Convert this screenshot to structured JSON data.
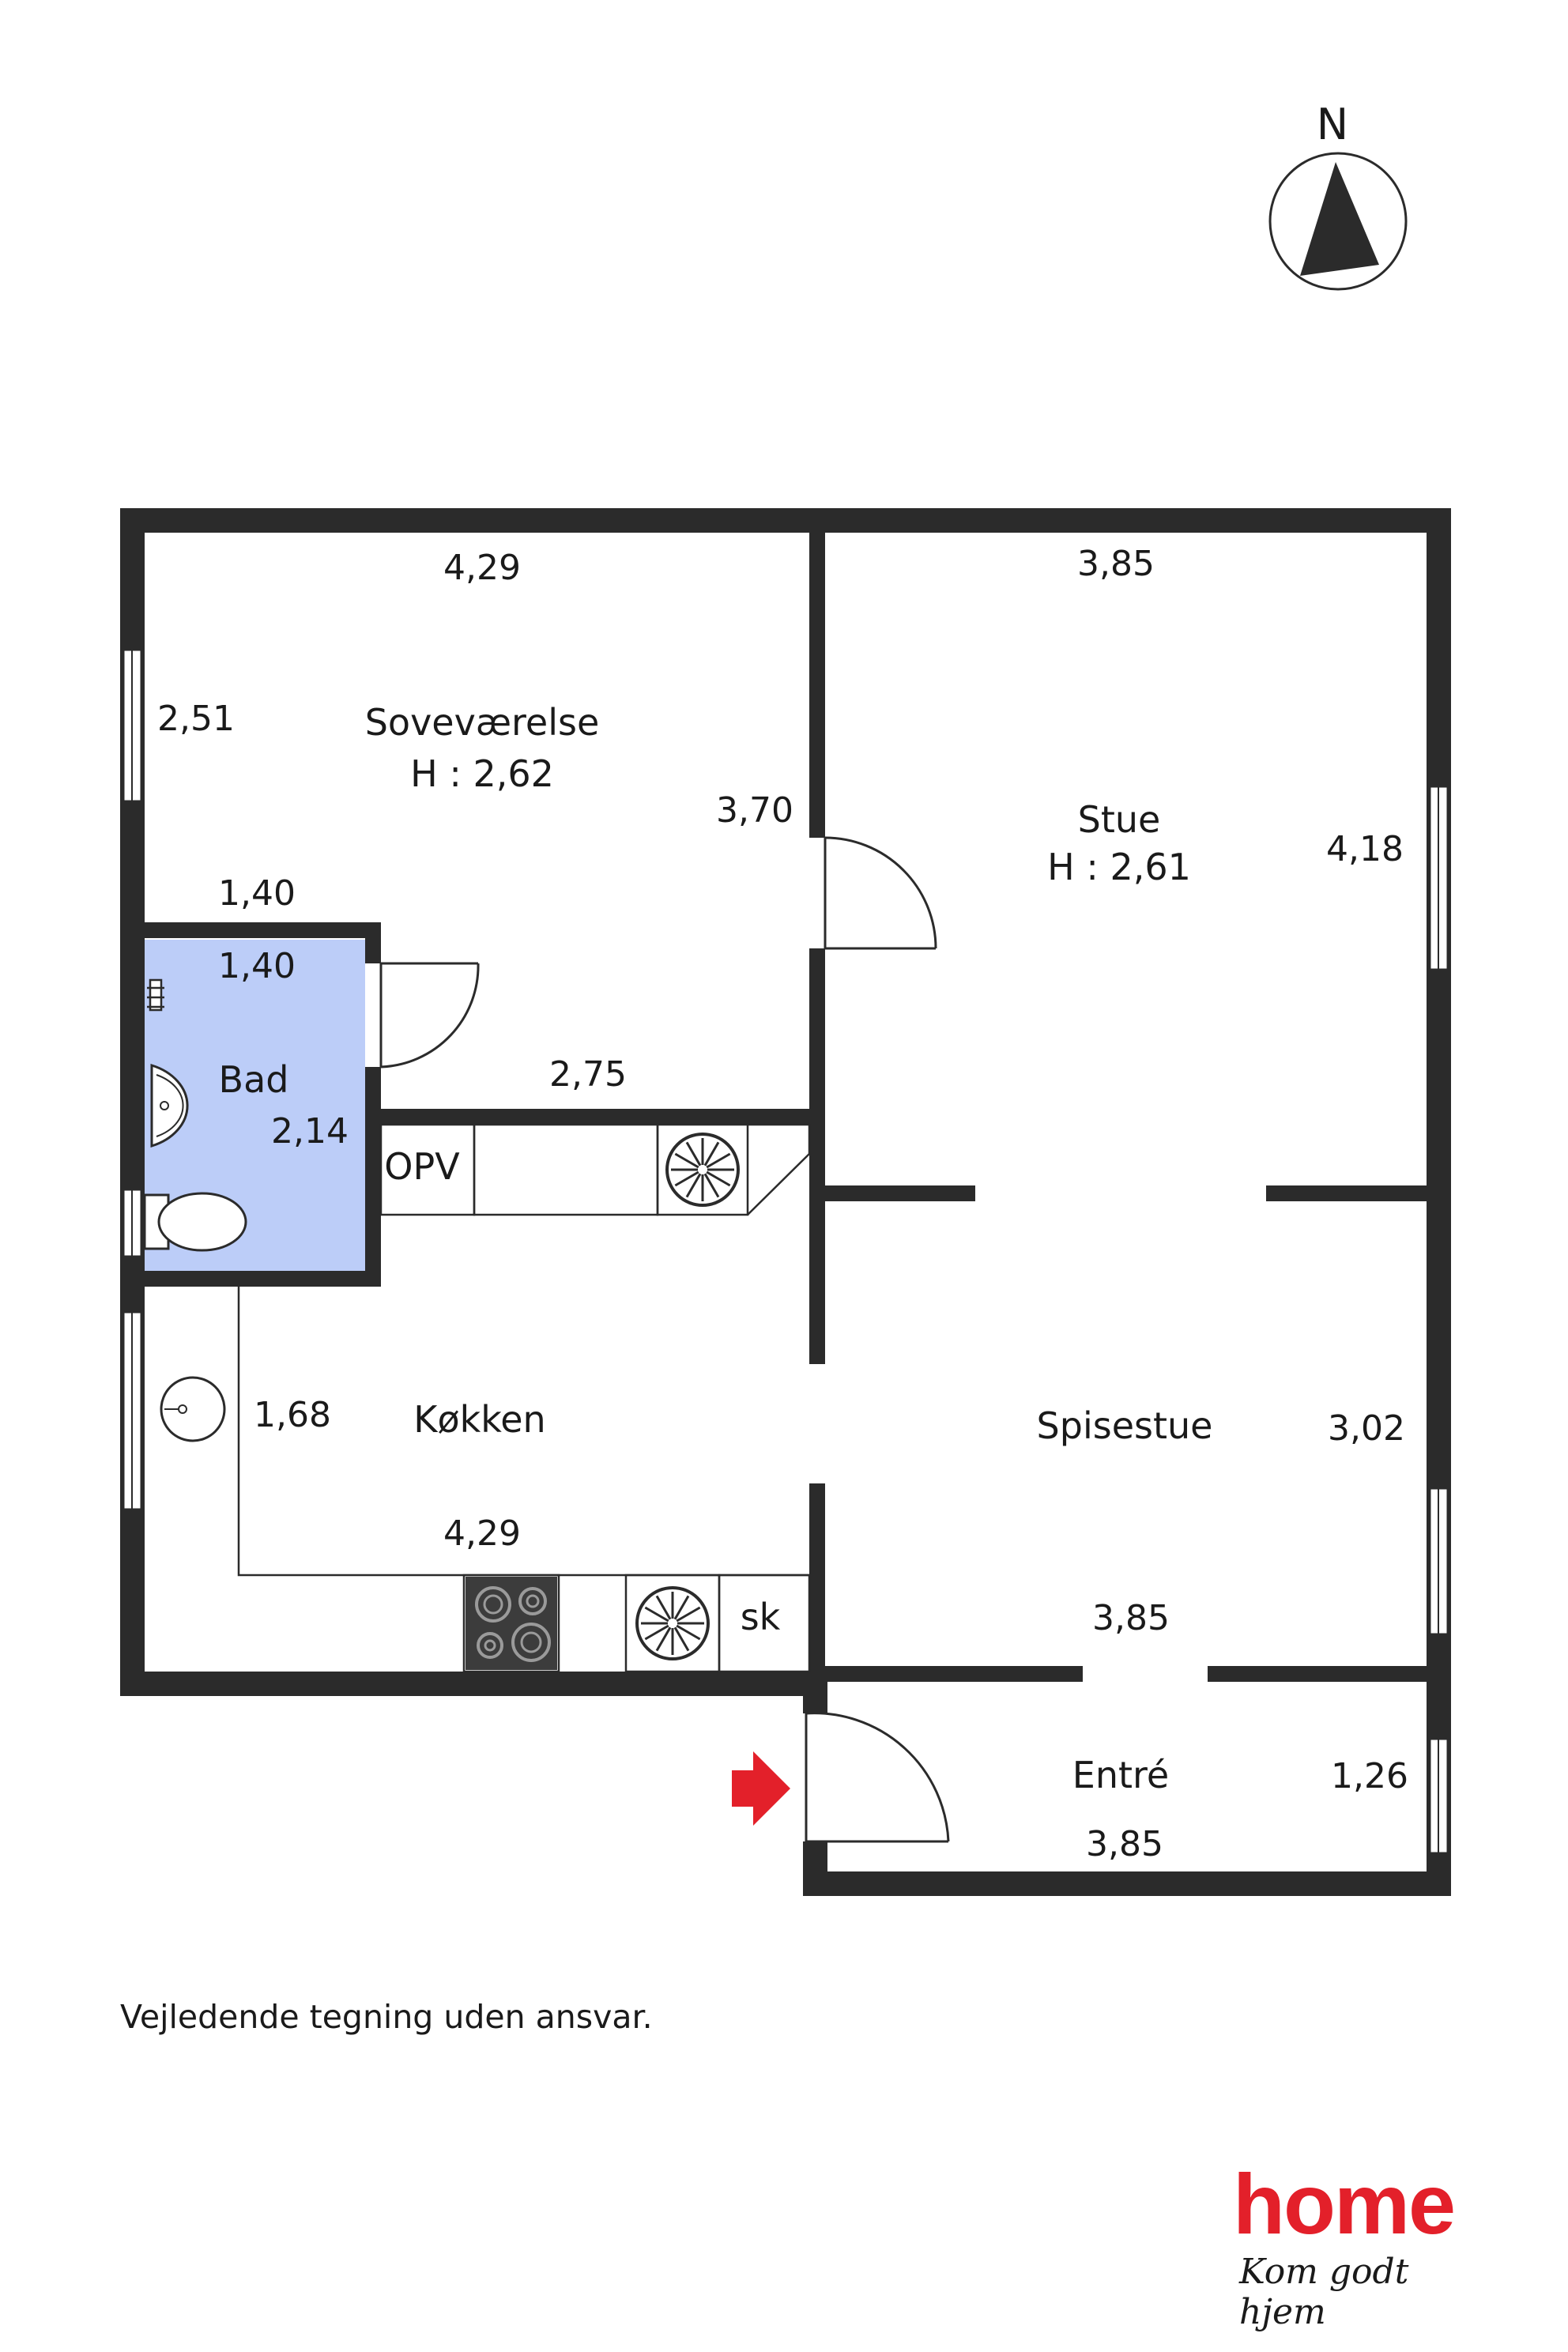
{
  "compass": {
    "label": "N"
  },
  "rooms": {
    "soveverelse": {
      "name": "Soveværelse",
      "height": "H : 2,62"
    },
    "stue": {
      "name": "Stue",
      "height": "H : 2,61"
    },
    "bad": {
      "name": "Bad"
    },
    "kokken": {
      "name": "Køkken"
    },
    "spisestue": {
      "name": "Spisestue"
    },
    "entre": {
      "name": "Entré"
    }
  },
  "fixtures": {
    "opv": "OPV",
    "sk": "sk"
  },
  "dimensions": {
    "sov_width": "4,29",
    "sov_depth": "2,51",
    "sov_inner": "3,70",
    "stue_width": "3,85",
    "stue_depth": "4,18",
    "bad_top_outer": "1,40",
    "bad_top_inner": "1,40",
    "bad_depth": "2,14",
    "hall_width": "2,75",
    "kok_depth": "1,68",
    "kok_width": "4,29",
    "spise_depth": "3,02",
    "spise_width": "3,85",
    "entre_depth": "1,26",
    "entre_width": "3,85"
  },
  "disclaimer": "Vejledende tegning uden ansvar.",
  "logo": {
    "word": "home",
    "tagline": "Kom godt hjem"
  },
  "colors": {
    "wall": "#2b2b2b",
    "bath": "#bccdf8",
    "entry_arrow": "#e3202a",
    "logo": "#e3202a"
  }
}
